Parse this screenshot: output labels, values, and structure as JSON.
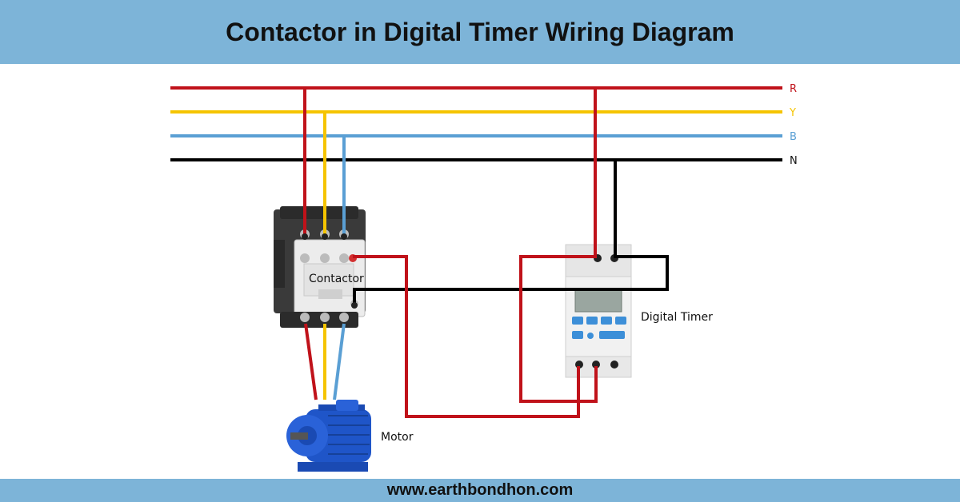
{
  "title": "Contactor in Digital Timer Wiring Diagram",
  "footer": "www.earthbondhon.com",
  "lines": [
    {
      "label": "R",
      "color": "#c0121a"
    },
    {
      "label": "Y",
      "color": "#f5c400"
    },
    {
      "label": "B",
      "color": "#5a9fd4"
    },
    {
      "label": "N",
      "color": "#000000"
    }
  ],
  "labels": {
    "contactor": "Contactor",
    "timer": "Digital Timer",
    "motor": "Motor"
  },
  "colors": {
    "header_bg": "#7db4d8",
    "motor_blue": "#1f55c8",
    "contactor_body": "#3a3a3a"
  }
}
